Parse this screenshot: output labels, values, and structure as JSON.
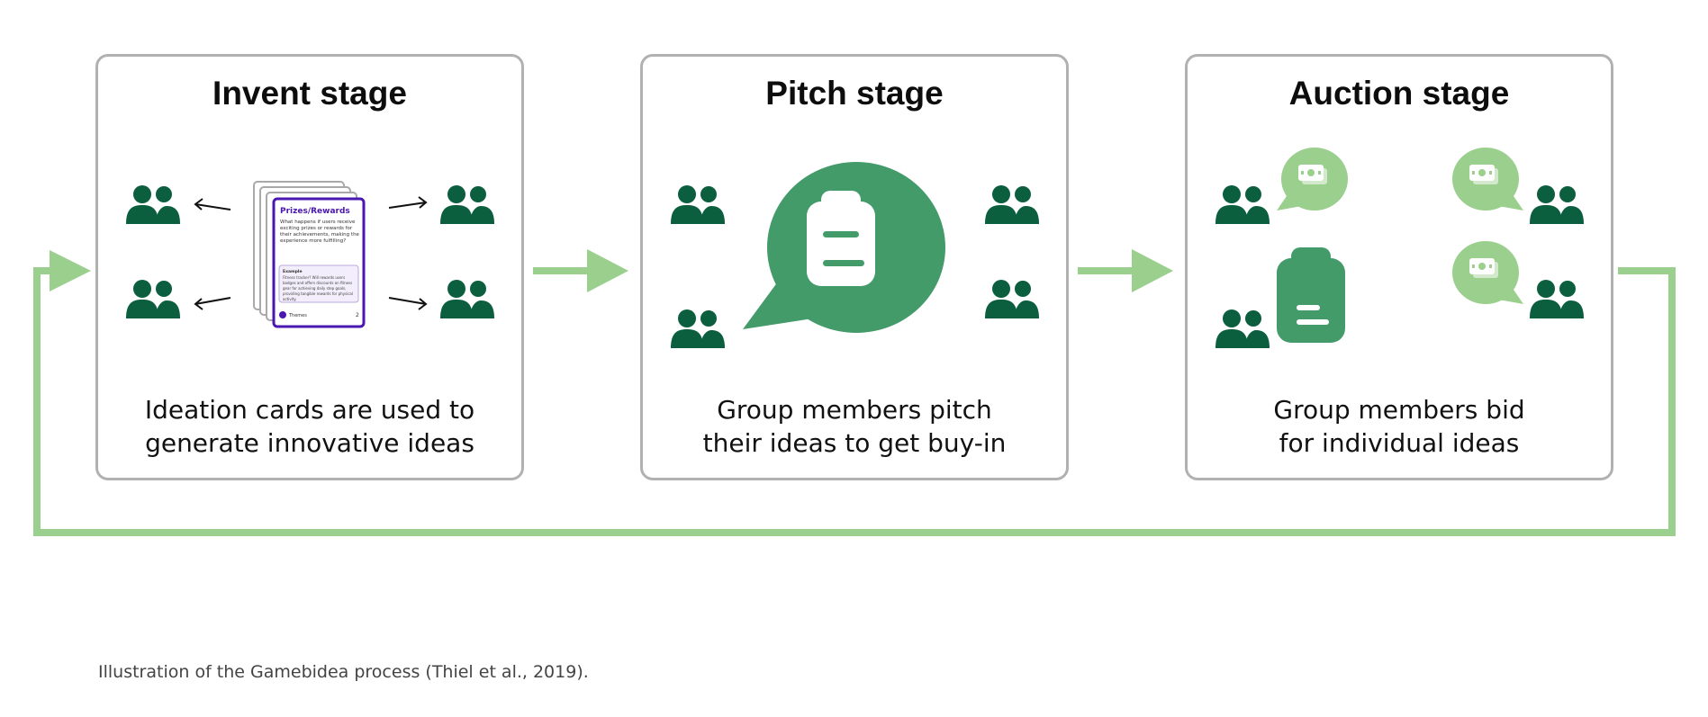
{
  "stages": [
    {
      "title": "Invent stage",
      "description_line1": "Ideation cards are used to",
      "description_line2": "generate innovative ideas"
    },
    {
      "title": "Pitch stage",
      "description_line1": "Group members pitch",
      "description_line2": "their ideas to get buy-in"
    },
    {
      "title": "Auction stage",
      "description_line1": "Group members bid",
      "description_line2": "for individual ideas"
    }
  ],
  "ideation_card": {
    "title": "Prizes/Rewards",
    "question": [
      "What happens if users receive",
      "exciting prizes or rewards for",
      "their achievements, making the",
      "experience more fulfilling?"
    ],
    "example_label": "Example",
    "example_text": [
      "Fitness tracker? Will rewards users",
      "badges and offers discounts on fitness",
      "gear for achieving daily step goals,",
      "providing tangible rewards for physical",
      "activity."
    ],
    "footer_label": "Themes",
    "page_number": "2"
  },
  "caption": "Illustration of the Gamebidea process (Thiel et al., 2019).",
  "colors": {
    "dark_green": "#0b5e3e",
    "mid_green": "#439b6a",
    "light_green": "#9bcf8d",
    "card_purple": "#4a17b0",
    "border_gray": "#b1b1b1"
  },
  "icons": [
    "group-icon",
    "clipboard-icon",
    "speech-bubble-icon",
    "money-bid-bubble-icon",
    "arrow-icon"
  ]
}
